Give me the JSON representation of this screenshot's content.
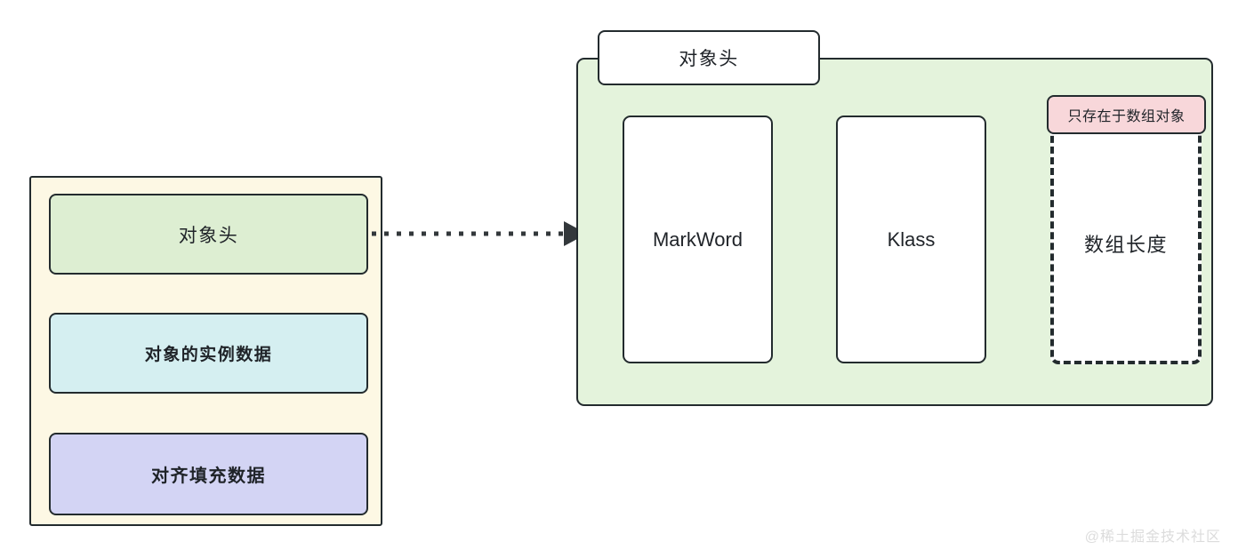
{
  "diagram": {
    "object_layout": {
      "panel_name": "java-object-memory-layout",
      "segments": [
        {
          "label": "对象头",
          "color": "#ddeed2"
        },
        {
          "label": "对象的实例数据",
          "color": "#d5eff1"
        },
        {
          "label": "对齐填充数据",
          "color": "#d3d4f4"
        }
      ]
    },
    "connector": {
      "style": "dotted",
      "arrowhead": "solid-triangle",
      "color": "#33383b"
    },
    "object_header": {
      "tab_label": "对象头",
      "panel_color": "#e4f3dc",
      "fields": [
        {
          "label": "MarkWord",
          "border": "solid"
        },
        {
          "label": "Klass",
          "border": "solid"
        },
        {
          "label": "数组长度",
          "border": "dashed"
        }
      ],
      "note": {
        "label": "只存在于数组对象",
        "color": "#f8d7da"
      }
    },
    "watermark": "@稀土掘金技术社区"
  }
}
